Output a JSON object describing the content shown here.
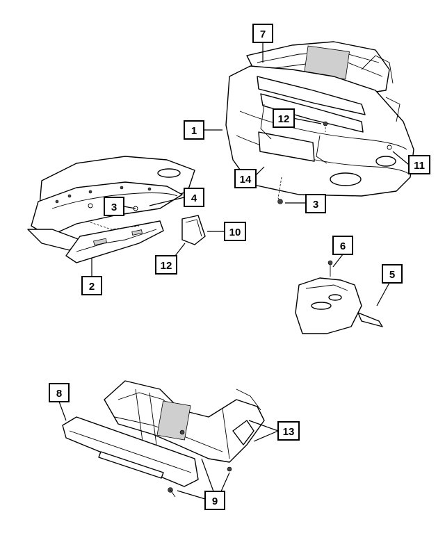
{
  "callouts": [
    {
      "id": "c1",
      "label": "1"
    },
    {
      "id": "c2",
      "label": "2"
    },
    {
      "id": "c3a",
      "label": "3"
    },
    {
      "id": "c3b",
      "label": "3"
    },
    {
      "id": "c4",
      "label": "4"
    },
    {
      "id": "c5",
      "label": "5"
    },
    {
      "id": "c6",
      "label": "6"
    },
    {
      "id": "c7",
      "label": "7"
    },
    {
      "id": "c8",
      "label": "8"
    },
    {
      "id": "c9",
      "label": "9"
    },
    {
      "id": "c10",
      "label": "10"
    },
    {
      "id": "c11",
      "label": "11"
    },
    {
      "id": "c12a",
      "label": "12"
    },
    {
      "id": "c12b",
      "label": "12"
    },
    {
      "id": "c13",
      "label": "13"
    },
    {
      "id": "c14",
      "label": "14"
    }
  ]
}
